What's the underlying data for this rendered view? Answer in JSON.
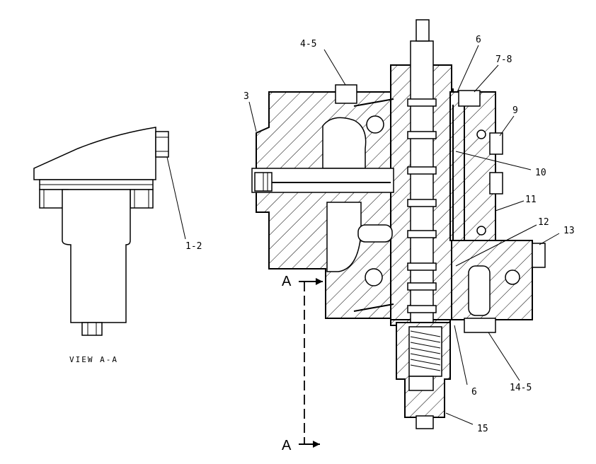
{
  "view_caption": "VIEW A-A",
  "section_marks": [
    "A",
    "A"
  ],
  "callouts": {
    "c1_2": "1-2",
    "c3": "3",
    "c4_5": "4-5",
    "c6_top": "6",
    "c7_8": "7-8",
    "c9": "9",
    "c10": "10",
    "c11": "11",
    "c12": "12",
    "c13": "13",
    "c14_5": "14-5",
    "c6_bottom": "6",
    "c15": "15"
  }
}
